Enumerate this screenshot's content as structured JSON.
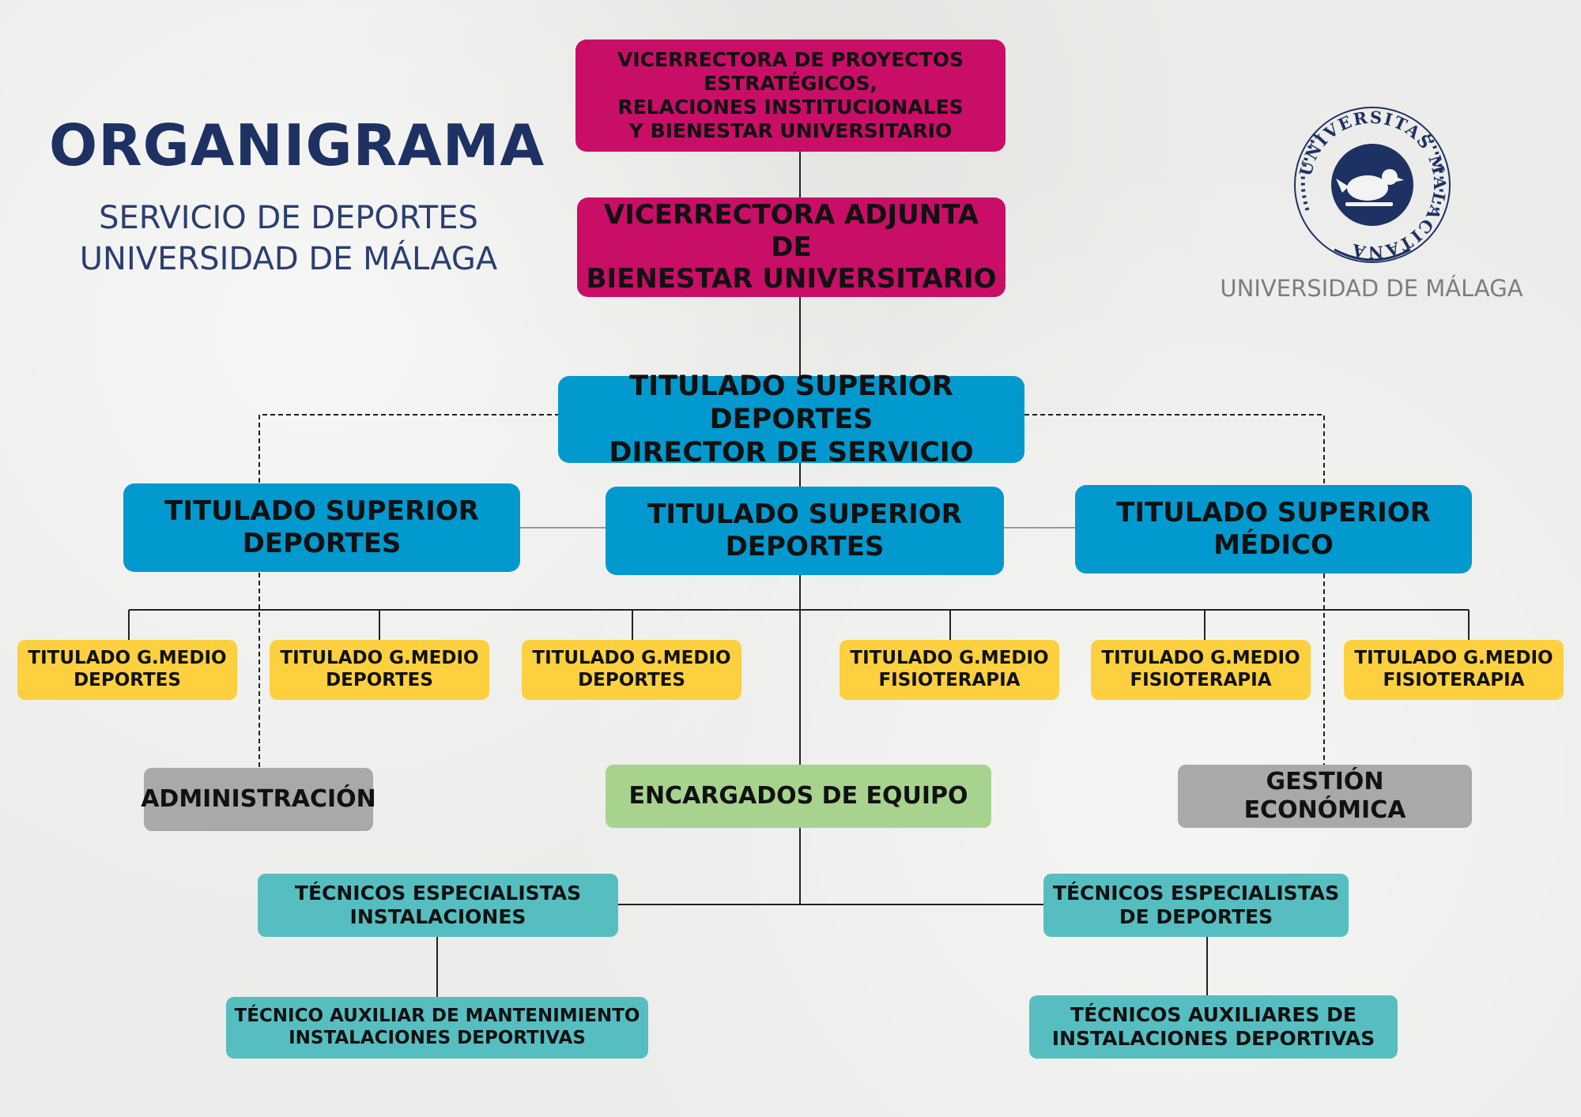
{
  "header": {
    "title": "ORGANIGRAMA",
    "subtitle": "SERVICIO DE DEPORTES\nUNIVERSIDAD DE MÁLAGA"
  },
  "logo": {
    "ring_text": "UNIVERSITAS MALACITANA",
    "caption": "UNIVERSIDAD DE MÁLAGA",
    "icon": "dove-seal-icon"
  },
  "colors": {
    "vicerrectorado": "#c80e66",
    "titulado_superior": "#0299cf",
    "titulado_medio": "#fdd03f",
    "administracion": "#a9a9a8",
    "encargados": "#a7d38f",
    "tecnicos": "#56bec0",
    "title_text": "#1e3163"
  },
  "nodes": {
    "vicerrectora": "VICERRECTORA DE PROYECTOS\nESTRATÉGICOS,\nRELACIONES INSTITUCIONALES\nY BIENESTAR UNIVERSITARIO",
    "vicerrectora_adjunta": "VICERRECTORA ADJUNTA DE\nBIENESTAR UNIVERSITARIO",
    "director": "TITULADO SUPERIOR DEPORTES\nDIRECTOR DE SERVICIO",
    "ts_deportes_1": "TITULADO SUPERIOR\nDEPORTES",
    "ts_deportes_2": "TITULADO SUPERIOR\nDEPORTES",
    "ts_medico": "TITULADO SUPERIOR\nMÉDICO",
    "tm_deportes_1": "TITULADO G.MEDIO\nDEPORTES",
    "tm_deportes_2": "TITULADO G.MEDIO\nDEPORTES",
    "tm_deportes_3": "TITULADO G.MEDIO\nDEPORTES",
    "tm_fisio_1": "TITULADO G.MEDIO\nFISIOTERAPIA",
    "tm_fisio_2": "TITULADO G.MEDIO\nFISIOTERAPIA",
    "tm_fisio_3": "TITULADO G.MEDIO\nFISIOTERAPIA",
    "administracion": "ADMINISTRACIÓN",
    "encargados": "ENCARGADOS DE EQUIPO",
    "gestion": "GESTIÓN ECONÓMICA",
    "tec_instalaciones": "TÉCNICOS ESPECIALISTAS\nINSTALACIONES",
    "tec_deportes": "TÉCNICOS ESPECIALISTAS\nDE DEPORTES",
    "aux_mantenimiento": "TÉCNICO AUXILIAR DE MANTENIMIENTO\nINSTALACIONES DEPORTIVAS",
    "aux_instalaciones": "TÉCNICOS AUXILIARES DE\nINSTALACIONES DEPORTIVAS"
  }
}
